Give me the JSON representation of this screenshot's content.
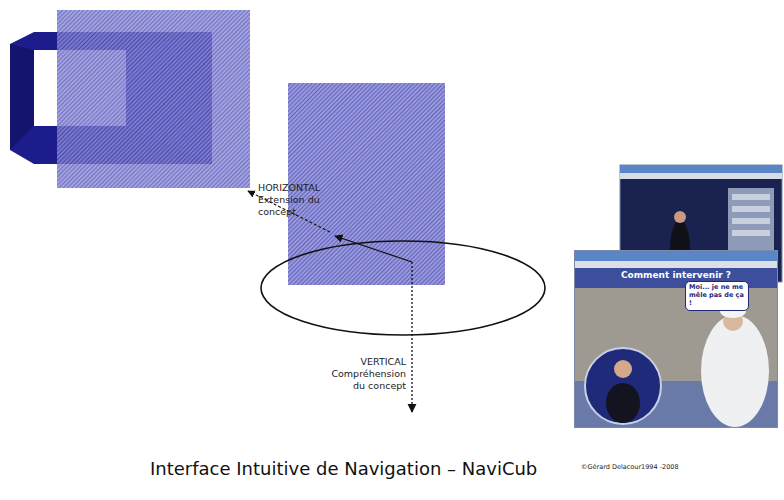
{
  "diagram": {
    "title": "Interface Intuitive de Navigation – NaviCub",
    "nodes": [
      {
        "text": [
          "Comment intervenir ?"
        ]
      },
      {
        "text": [
          "Moi... je ne me mêle pas de ça !"
        ],
        "in": 0
      }
    ],
    "labels": [
      "HORIZONTAL Extension du concept",
      "VERTICAL Compréhension du concept",
      "©Gérard Delacour1994 -2008"
    ]
  }
}
